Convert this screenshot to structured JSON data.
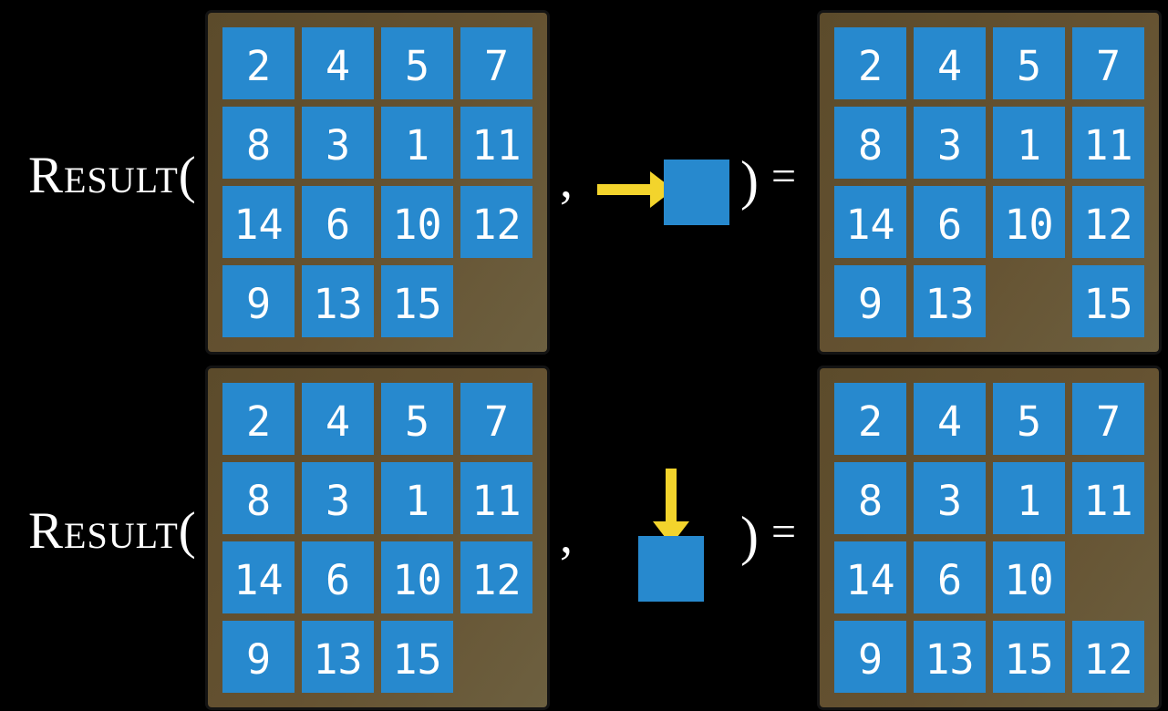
{
  "figure": {
    "description": "Sliding tile puzzle RESULT function diagram with two equations",
    "colors": {
      "background": "#000000",
      "tile_blue": "#2789CE",
      "board_brown": "#655231",
      "arrow_yellow": "#F3D42C",
      "text_white": "#FFFFFF"
    },
    "equations": [
      {
        "function_label": "Result(",
        "comma": ",",
        "close_paren": ")",
        "equals_sign": "=",
        "action_direction": "right",
        "action_icon": "arrow-right-icon",
        "input_grid": [
          [
            "2",
            "4",
            "5",
            "7"
          ],
          [
            "8",
            "3",
            "1",
            "11"
          ],
          [
            "14",
            "6",
            "10",
            "12"
          ],
          [
            "9",
            "13",
            "15",
            ""
          ]
        ],
        "output_grid": [
          [
            "2",
            "4",
            "5",
            "7"
          ],
          [
            "8",
            "3",
            "1",
            "11"
          ],
          [
            "14",
            "6",
            "10",
            "12"
          ],
          [
            "9",
            "13",
            "",
            "15"
          ]
        ]
      },
      {
        "function_label": "Result(",
        "comma": ",",
        "close_paren": ")",
        "equals_sign": "=",
        "action_direction": "down",
        "action_icon": "arrow-down-icon",
        "input_grid": [
          [
            "2",
            "4",
            "5",
            "7"
          ],
          [
            "8",
            "3",
            "1",
            "11"
          ],
          [
            "14",
            "6",
            "10",
            "12"
          ],
          [
            "9",
            "13",
            "15",
            ""
          ]
        ],
        "output_grid": [
          [
            "2",
            "4",
            "5",
            "7"
          ],
          [
            "8",
            "3",
            "1",
            "11"
          ],
          [
            "14",
            "6",
            "10",
            ""
          ],
          [
            "9",
            "13",
            "15",
            "12"
          ]
        ]
      }
    ]
  }
}
